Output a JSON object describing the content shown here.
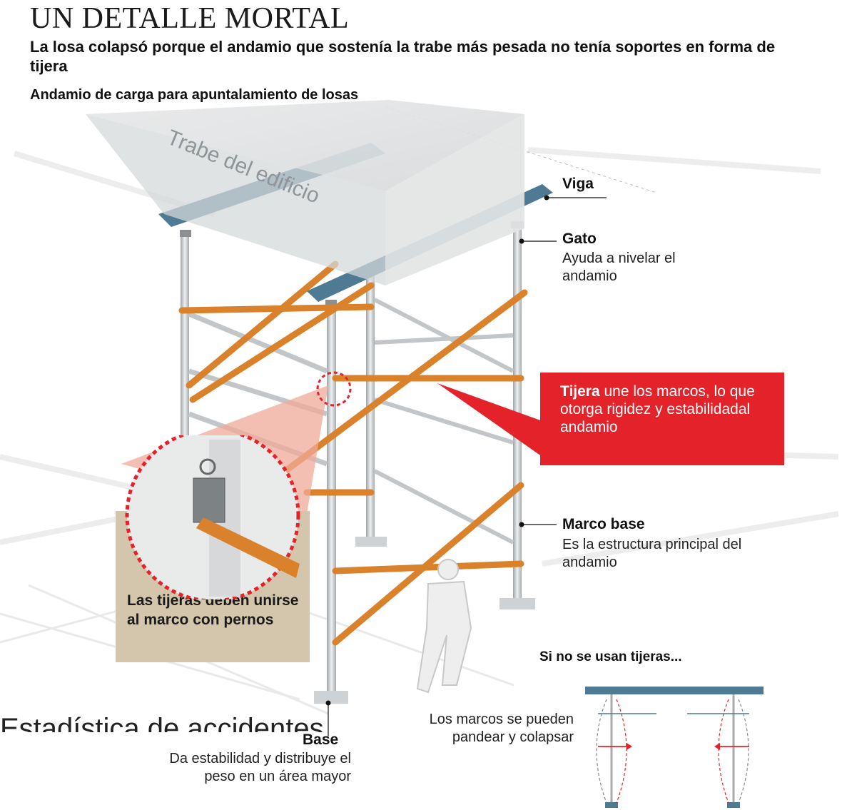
{
  "header": {
    "title": "UN DETALLE MORTAL",
    "subtitle": "La losa colapsó porque el andamio que sostenía la trabe más pesada no tenía soportes en forma de tijera",
    "section": "Andamio de carga para apuntalamiento de losas"
  },
  "beam_label": "Trabe del edificio",
  "labels": {
    "viga": {
      "title": "Viga"
    },
    "gato": {
      "title": "Gato",
      "desc": "Ayuda a nivelar el andamio"
    },
    "marco": {
      "title": "Marco base",
      "desc": "Es la estructura principal del andamio"
    },
    "base": {
      "title": "Base",
      "desc": "Da estabilidad y distribuye el peso en un área mayor"
    }
  },
  "callout_red": {
    "bold": "Tijera",
    "rest": " une los marcos, lo que otorga rigidez y estabilidadal andamio"
  },
  "callout_tan": "Las tijeras deben unirse al marco con pernos",
  "inset": {
    "title": "Si no se usan tijeras...",
    "desc": "Los marcos se pueden pandear y colapsar"
  },
  "overflow_text": "Estadística de accidentes",
  "colors": {
    "accent_red": "#e4222a",
    "tan": "#d3c6ad",
    "orange": "#d9822b",
    "steel": "#5a7f95",
    "pipe": "#c9ccce"
  }
}
